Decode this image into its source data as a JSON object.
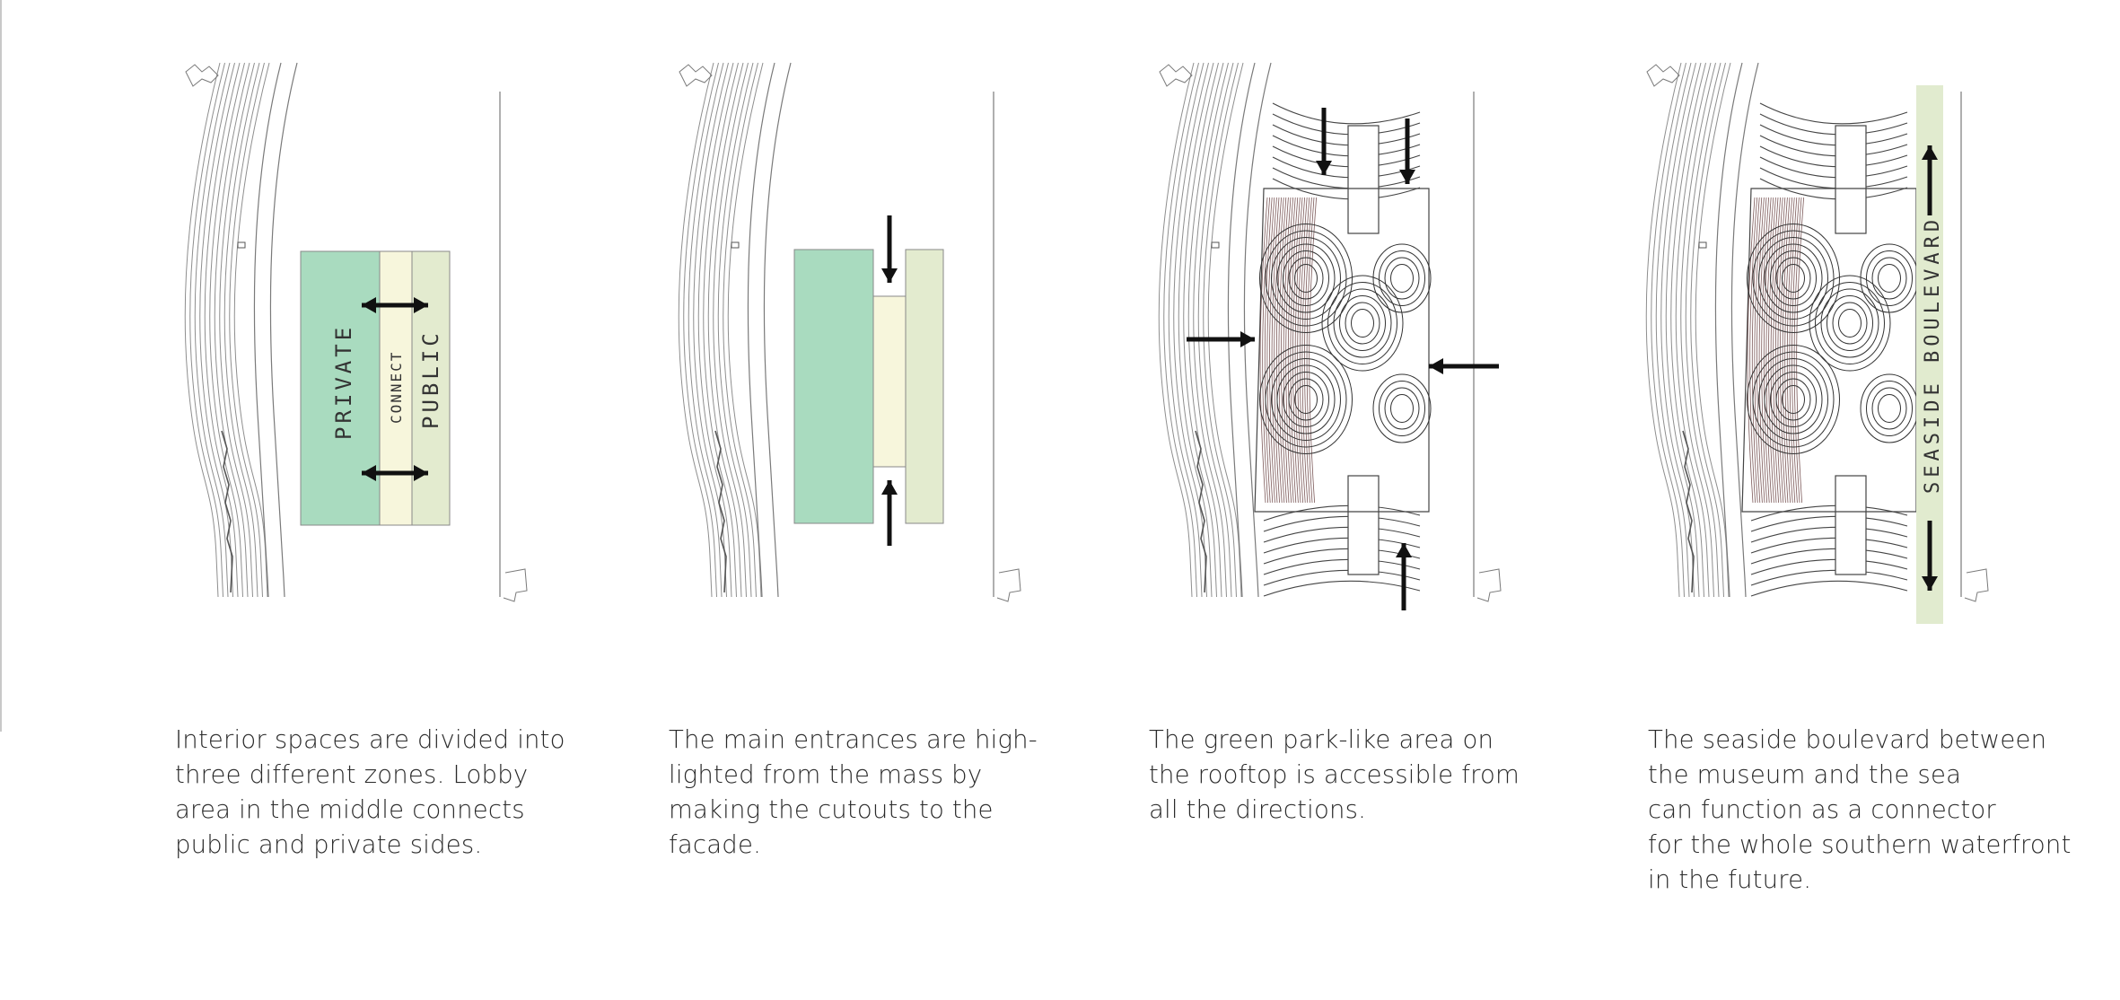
{
  "colors": {
    "private": "#a9dbbf",
    "connect": "#f7f6dc",
    "public": "#e3ebcf",
    "boulevard": "#e1ebcf",
    "line": "#7a7a7a",
    "contour_dark": "#5a2e2e",
    "arrow": "#111111"
  },
  "panels": [
    {
      "id": "zones",
      "labels": {
        "private": "PRIVATE",
        "connect": "CONNECT",
        "public": "PUBLIC"
      },
      "caption": [
        "Interior spaces are divided into",
        "three different zones. Lobby",
        "area in the middle connects",
        "public and private sides."
      ]
    },
    {
      "id": "entrances",
      "caption": [
        "The main entrances are high-",
        "lighted from the mass by",
        "making the cutouts to the",
        "facade."
      ]
    },
    {
      "id": "rooftop",
      "caption": [
        "The green park-like area on",
        "the rooftop is accessible from",
        "all the directions."
      ]
    },
    {
      "id": "boulevard",
      "labels": {
        "boulevard": "SEASIDE BOULEVARD"
      },
      "caption": [
        "The seaside boulevard between",
        "the museum and the sea",
        "can function as a connector",
        "for the whole southern waterfront",
        "in the future."
      ]
    }
  ]
}
